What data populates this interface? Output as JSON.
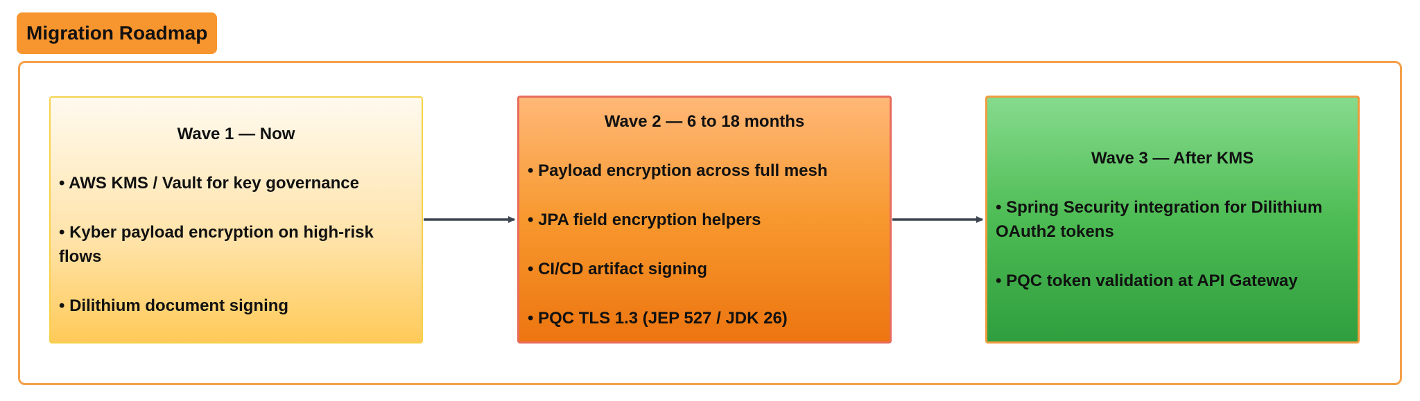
{
  "title": "Migration Roadmap",
  "colors": {
    "title_badge": "#f7952f",
    "frame_border": "#f3a14a",
    "wave1_fill": "#ffe2a6",
    "wave2_fill": "#f7982e",
    "wave3_fill": "#4dbc54",
    "arrow": "#3d4550"
  },
  "waves": [
    {
      "heading": "Wave 1 — Now",
      "items": [
        "• AWS KMS / Vault for key governance",
        "• Kyber payload encryption on high-risk flows",
        "• Dilithium document signing"
      ]
    },
    {
      "heading": "Wave 2 — 6 to 18 months",
      "items": [
        "• Payload encryption across full mesh",
        "• JPA field encryption helpers",
        "• CI/CD artifact signing",
        "• PQC TLS 1.3 (JEP 527 / JDK 26)"
      ]
    },
    {
      "heading": "Wave 3 — After KMS",
      "items": [
        "• Spring Security integration for Dilithium OAuth2 tokens",
        "• PQC token validation at API Gateway"
      ]
    }
  ]
}
